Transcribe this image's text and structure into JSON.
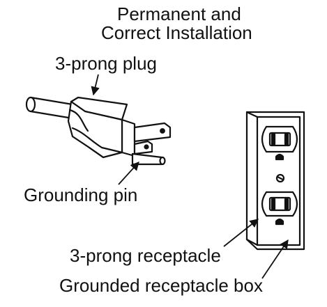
{
  "title": {
    "line1": "Permanent and",
    "line2": "Correct Installation"
  },
  "labels": {
    "plug": "3-prong plug",
    "grounding_pin": "Grounding pin",
    "receptacle": "3-prong receptacle",
    "box": "Grounded receptacle box"
  }
}
